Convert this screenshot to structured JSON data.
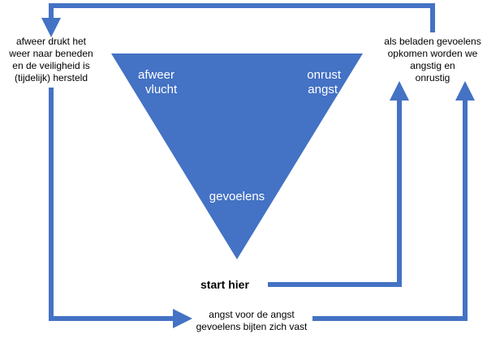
{
  "colors": {
    "triangle": "#4472c4",
    "arrow": "#4472c4",
    "text": "#000000",
    "triangle_text": "#ffffff"
  },
  "triangle": {
    "top_left": [
      "afweer",
      "vlucht"
    ],
    "top_right": [
      "onrust",
      "angst"
    ],
    "bottom": "gevoelens"
  },
  "notes": {
    "left": [
      "afweer drukt het",
      "weer naar beneden",
      "en de veiligheid is",
      "(tijdelijk) hersteld"
    ],
    "right": [
      "als beladen gevoelens",
      "opkomen worden we",
      "angstig en",
      "onrustig"
    ],
    "bottom": [
      "angst voor de angst",
      "gevoelens bijten zich vast"
    ]
  },
  "start_label": "start hier"
}
